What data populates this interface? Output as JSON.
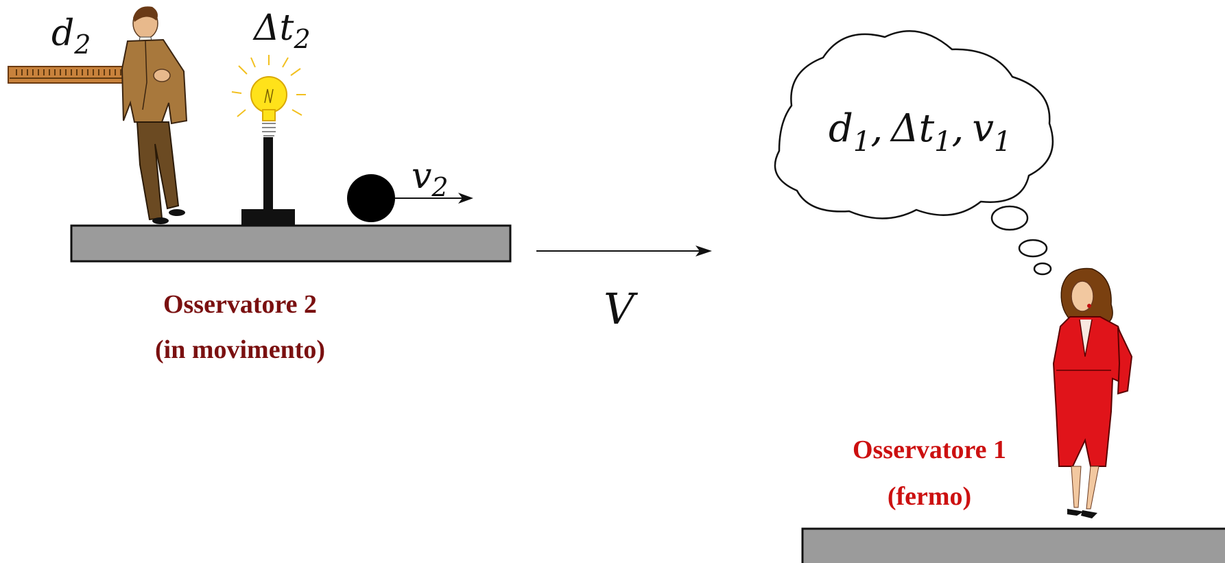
{
  "moving_label": {
    "d": "d",
    "d_sub": "2",
    "dt": "Δt",
    "dt_sub": "2",
    "v": "v",
    "v_sub": "2"
  },
  "frame_velocity": {
    "label": "V"
  },
  "thought": {
    "d": "d",
    "d_sub": "1",
    "dt": "Δt",
    "dt_sub": "1",
    "v": "v",
    "v_sub": "1",
    "sep": ","
  },
  "observer2": {
    "line1": "Osservatore 2",
    "line2": "(in movimento)",
    "color": "#7a1010"
  },
  "observer1": {
    "line1": "Osservatore 1",
    "line2": "(fermo)",
    "color": "#cc1010"
  },
  "colors": {
    "platform": "#9b9b9b",
    "man_suit": "#a8783c",
    "woman_dress": "#e0141a",
    "bulb": "#ffe21a",
    "ruler": "#c8823c"
  }
}
